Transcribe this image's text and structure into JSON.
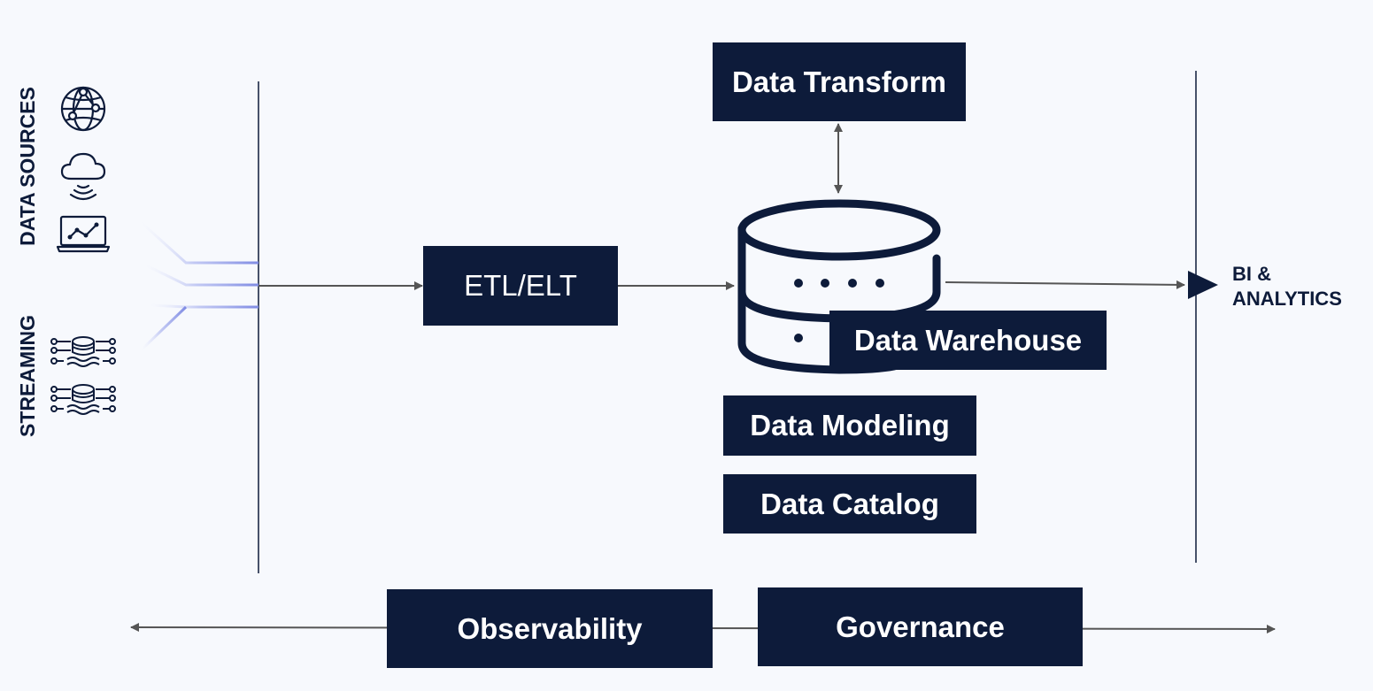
{
  "side_labels": {
    "data_sources": "DATA SOURCES",
    "streaming": "STREAMING"
  },
  "nodes": {
    "etl": "ETL/ELT",
    "transform": "Data Transform",
    "warehouse": "Data Warehouse",
    "modeling": "Data Modeling",
    "catalog": "Data Catalog",
    "observability": "Observability",
    "governance": "Governance"
  },
  "output": {
    "line1": "BI &",
    "line2": "ANALYTICS"
  },
  "icons": [
    "globe-network-icon",
    "cloud-signal-icon",
    "laptop-chart-icon",
    "stream-db-icon",
    "stream-db-icon"
  ],
  "colors": {
    "navy": "#0d1b3a",
    "background": "#f7f9fd",
    "stream_lines": "#8a96e6",
    "arrow": "#555555"
  }
}
